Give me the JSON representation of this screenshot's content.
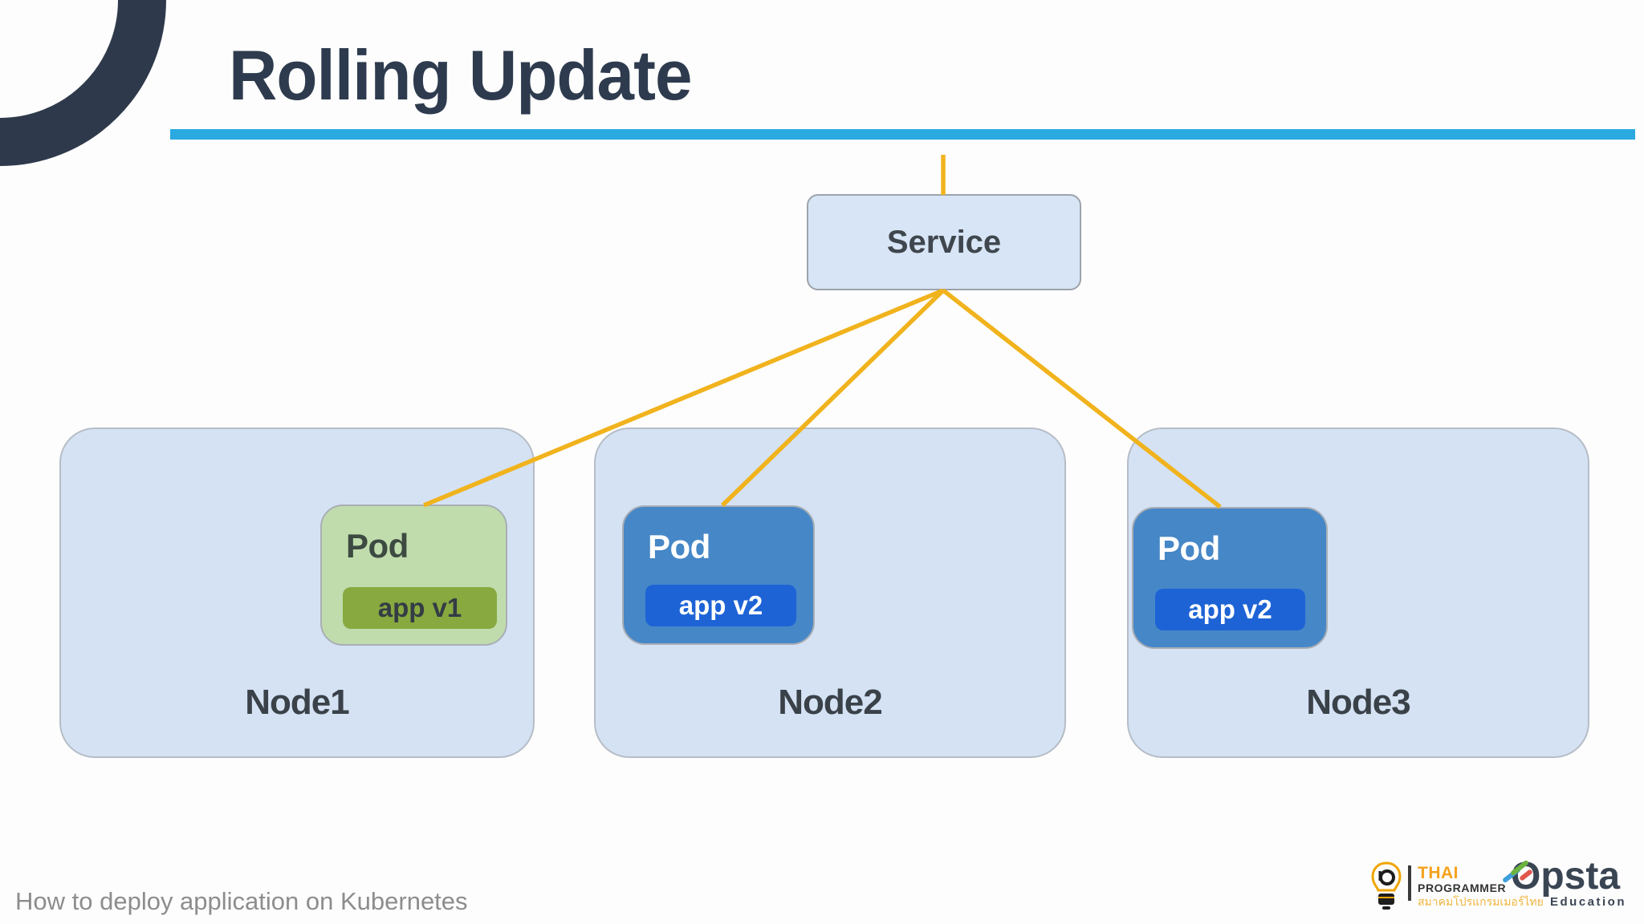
{
  "slide": {
    "title": "Rolling Update",
    "footer": "How to deploy application on Kubernetes"
  },
  "diagram": {
    "service": {
      "label": "Service"
    },
    "nodes": [
      {
        "label": "Node1",
        "pod": {
          "label": "Pod",
          "app_label": "app v1",
          "app_version": "v1",
          "variant": "green"
        }
      },
      {
        "label": "Node2",
        "pod": {
          "label": "Pod",
          "app_label": "app v2",
          "app_version": "v2",
          "variant": "blue"
        }
      },
      {
        "label": "Node3",
        "pod": {
          "label": "Pod",
          "app_label": "app v2",
          "app_version": "v2",
          "variant": "blue"
        }
      }
    ],
    "connections": [
      {
        "from": "title-divider",
        "to": "service"
      },
      {
        "from": "service",
        "to": "node1-pod"
      },
      {
        "from": "service",
        "to": "node2-pod"
      },
      {
        "from": "service",
        "to": "node3-pod"
      }
    ]
  },
  "branding": {
    "thai_programmer": {
      "line1": "THAI",
      "line2": "PROGRAMMER",
      "line3": "สมาคมโปรแกรมเมอร์ไทย"
    },
    "opsta": {
      "name": "Opsta",
      "subtitle": "Education"
    }
  },
  "colors": {
    "title_text": "#2e3b4e",
    "corner_arc": "#2e3a4b",
    "divider_blue": "#2ba9e1",
    "connector_yellow": "#f1b31d",
    "service_fill": "#d7e5f6",
    "node_fill": "#d4e2f4",
    "pod_green_fill": "#c0dcac",
    "app_v1_fill": "#87a93f",
    "pod_blue_fill": "#4687c7",
    "app_v2_fill": "#1d63d6",
    "footer_text": "#8d8d8d",
    "thai_orange": "#f5a21d",
    "thai_yellow": "#f0b53f",
    "opsta_dark": "#3a4553"
  }
}
